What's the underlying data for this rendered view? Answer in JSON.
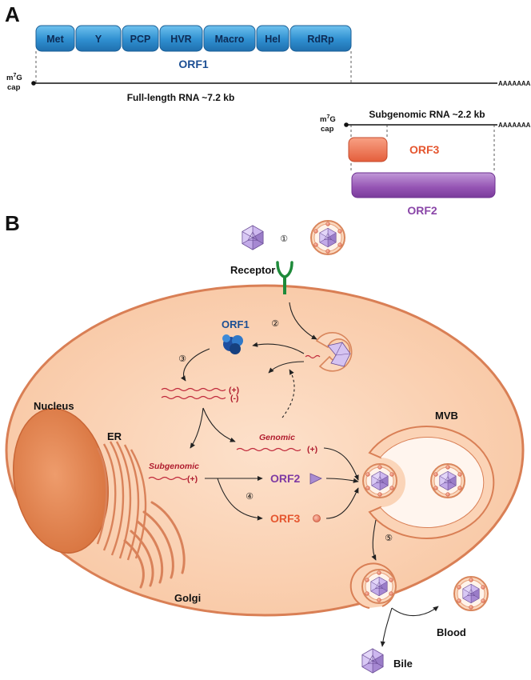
{
  "panel_a": {
    "label": "A",
    "orf1_domains": [
      "Met",
      "Y",
      "PCP",
      "HVR",
      "Macro",
      "Hel",
      "RdRp"
    ],
    "orf1_label": "ORF1",
    "cap_main": "m",
    "cap_sup": "7",
    "cap_g": "G",
    "cap_word": "cap",
    "polya": "AAAAAAA",
    "full_length_label": "Full-length RNA ~7.2 kb",
    "subgenomic_label": "Subgenomic RNA ~2.2 kb",
    "orf3_label": "ORF3",
    "orf2_label": "ORF2",
    "colors": {
      "orf1": "#3a97d4",
      "orf3": "#ee7452",
      "orf2": "#9a5bb5"
    }
  },
  "panel_b": {
    "label": "B",
    "receptor_label": "Receptor",
    "orf1_label": "ORF1",
    "steps": [
      "①",
      "②",
      "③",
      "④",
      "⑤"
    ],
    "plus_sign": "(+)",
    "minus_sign": "(-)",
    "genomic_label": "Genomic",
    "subgenomic_label": "Subgenomic",
    "orf2_label": "ORF2",
    "orf3_label": "ORF3",
    "nucleus_label": "Nucleus",
    "er_label": "ER",
    "golgi_label": "Golgi",
    "mvb_label": "MVB",
    "blood_label": "Blood",
    "bile_label": "Bile",
    "colors": {
      "cell": "#fbd3b6",
      "nucleus": "#e58a57",
      "virion": "#a98bd0",
      "rna": "#c0283a"
    }
  }
}
